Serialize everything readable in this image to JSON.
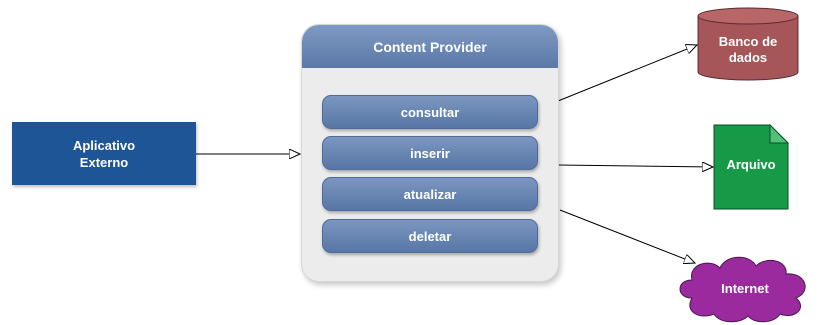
{
  "external_app": {
    "label_line1": "Aplicativo",
    "label_line2": "Externo"
  },
  "content_provider": {
    "title": "Content Provider",
    "operations": [
      "consultar",
      "inserir",
      "atualizar",
      "deletar"
    ]
  },
  "targets": {
    "database": {
      "line1": "Banco de",
      "line2": "dados"
    },
    "file": {
      "label": "Arquivo"
    },
    "internet": {
      "label": "Internet"
    }
  },
  "colors": {
    "external_app": "#1d5596",
    "provider_header": "#5b79a8",
    "database": "#a65558",
    "file": "#179a48",
    "internet": "#9a2a9e"
  }
}
